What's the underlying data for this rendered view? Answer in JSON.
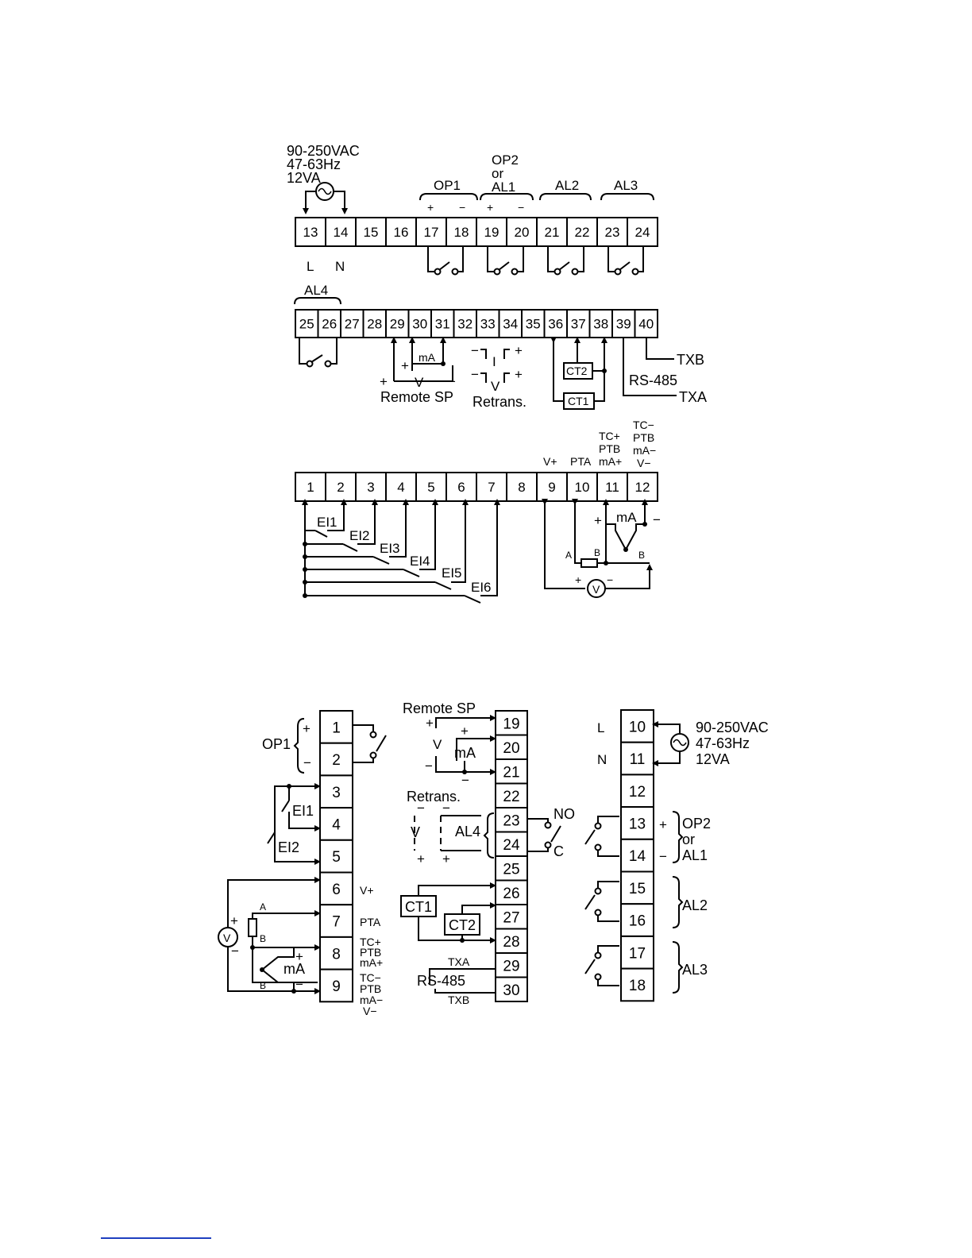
{
  "top": {
    "power": {
      "line1": "90-250VAC",
      "line2": "47-63Hz",
      "line3": "12VA",
      "l": "L",
      "n": "N"
    },
    "row1": [
      "13",
      "14",
      "15",
      "16",
      "17",
      "18",
      "19",
      "20",
      "21",
      "22",
      "23",
      "24"
    ],
    "op1": "OP1",
    "op2": {
      "line1": "OP2",
      "line2": "or",
      "line3": "AL1"
    },
    "al2": "AL2",
    "al3": "AL3",
    "plus": "+",
    "minus": "−",
    "row2": [
      "25",
      "26",
      "27",
      "28",
      "29",
      "30",
      "31",
      "32",
      "33",
      "34",
      "35",
      "36",
      "37",
      "38",
      "39",
      "40"
    ],
    "al4": "AL4",
    "ma": "mA",
    "v": "V",
    "i": "I",
    "remote_sp": "Remote SP",
    "retrans": "Retrans.",
    "ct1": "CT1",
    "ct2": "CT2",
    "rs485": "RS-485",
    "txa": "TXA",
    "txb": "TXB",
    "row3": [
      "1",
      "2",
      "3",
      "4",
      "5",
      "6",
      "7",
      "8",
      "9",
      "10",
      "11",
      "12"
    ],
    "label9": "V+",
    "label10": "PTA",
    "label11": [
      "TC+",
      "PTB",
      "mA+"
    ],
    "label12": [
      "TC−",
      "PTB",
      "mA−",
      "V−"
    ],
    "ei": [
      "EI1",
      "EI2",
      "EI3",
      "EI4",
      "EI5",
      "EI6"
    ],
    "a": "A",
    "b": "B"
  },
  "bottom": {
    "col1": [
      "1",
      "2",
      "3",
      "4",
      "5",
      "6",
      "7",
      "8",
      "9"
    ],
    "col2": [
      "19",
      "20",
      "21",
      "22",
      "23",
      "24",
      "25",
      "26",
      "27",
      "28",
      "29",
      "30"
    ],
    "col3": [
      "10",
      "11",
      "12",
      "13",
      "14",
      "15",
      "16",
      "17",
      "18"
    ],
    "op1": "OP1",
    "plus": "+",
    "minus": "−",
    "ei1": "EI1",
    "ei2": "EI2",
    "label6": "V+",
    "label7": "PTA",
    "label8": [
      "TC+",
      "PTB",
      "mA+"
    ],
    "label9": [
      "TC−",
      "PTB",
      "mA−",
      "V−"
    ],
    "ma": "mA",
    "v": "V",
    "a": "A",
    "b": "B",
    "remote_sp": "Remote SP",
    "retrans": "Retrans.",
    "al4": "AL4",
    "no": "NO",
    "c": "C",
    "ct1": "CT1",
    "ct2": "CT2",
    "txa": "TXA",
    "txb": "TXB",
    "rs485": "RS-485",
    "l": "L",
    "n": "N",
    "power": {
      "line1": "90-250VAC",
      "line2": "47-63Hz",
      "line3": "12VA"
    },
    "op2": {
      "line1": "OP2",
      "line2": "or",
      "line3": "AL1"
    },
    "al2": "AL2",
    "al3": "AL3"
  }
}
